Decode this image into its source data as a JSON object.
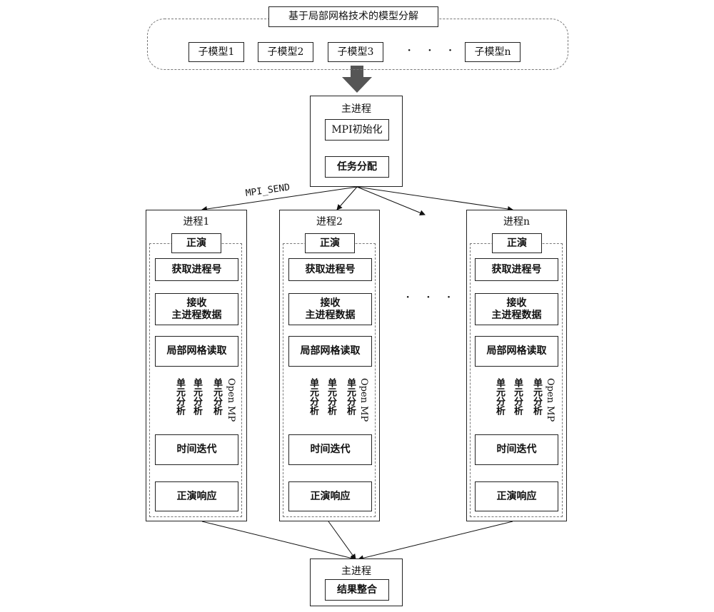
{
  "decomposition": {
    "title": "基于局部网格技术的模型分解",
    "submodels": [
      "子模型1",
      "子模型2",
      "子模型3",
      "子模型n"
    ],
    "ellipsis": "· · ·"
  },
  "master": {
    "title": "主进程",
    "init": "MPI初始化",
    "assign": "任务分配"
  },
  "send_label": "MPI_SEND",
  "processes": [
    {
      "title": "进程1"
    },
    {
      "title": "进程2"
    },
    {
      "title": "进程n"
    }
  ],
  "steps": {
    "forward": "正演",
    "get_id": "获取进程号",
    "receive_line1": "接收",
    "receive_line2": "主进程数据",
    "mesh_read": "局部网格读取",
    "elem_analysis": "单元分析",
    "openmp": "Open MP",
    "time_iter": "时间迭代",
    "response": "正演响应"
  },
  "gap_ellipsis": "· · ·",
  "final": {
    "title": "主进程",
    "merge": "结果整合"
  }
}
